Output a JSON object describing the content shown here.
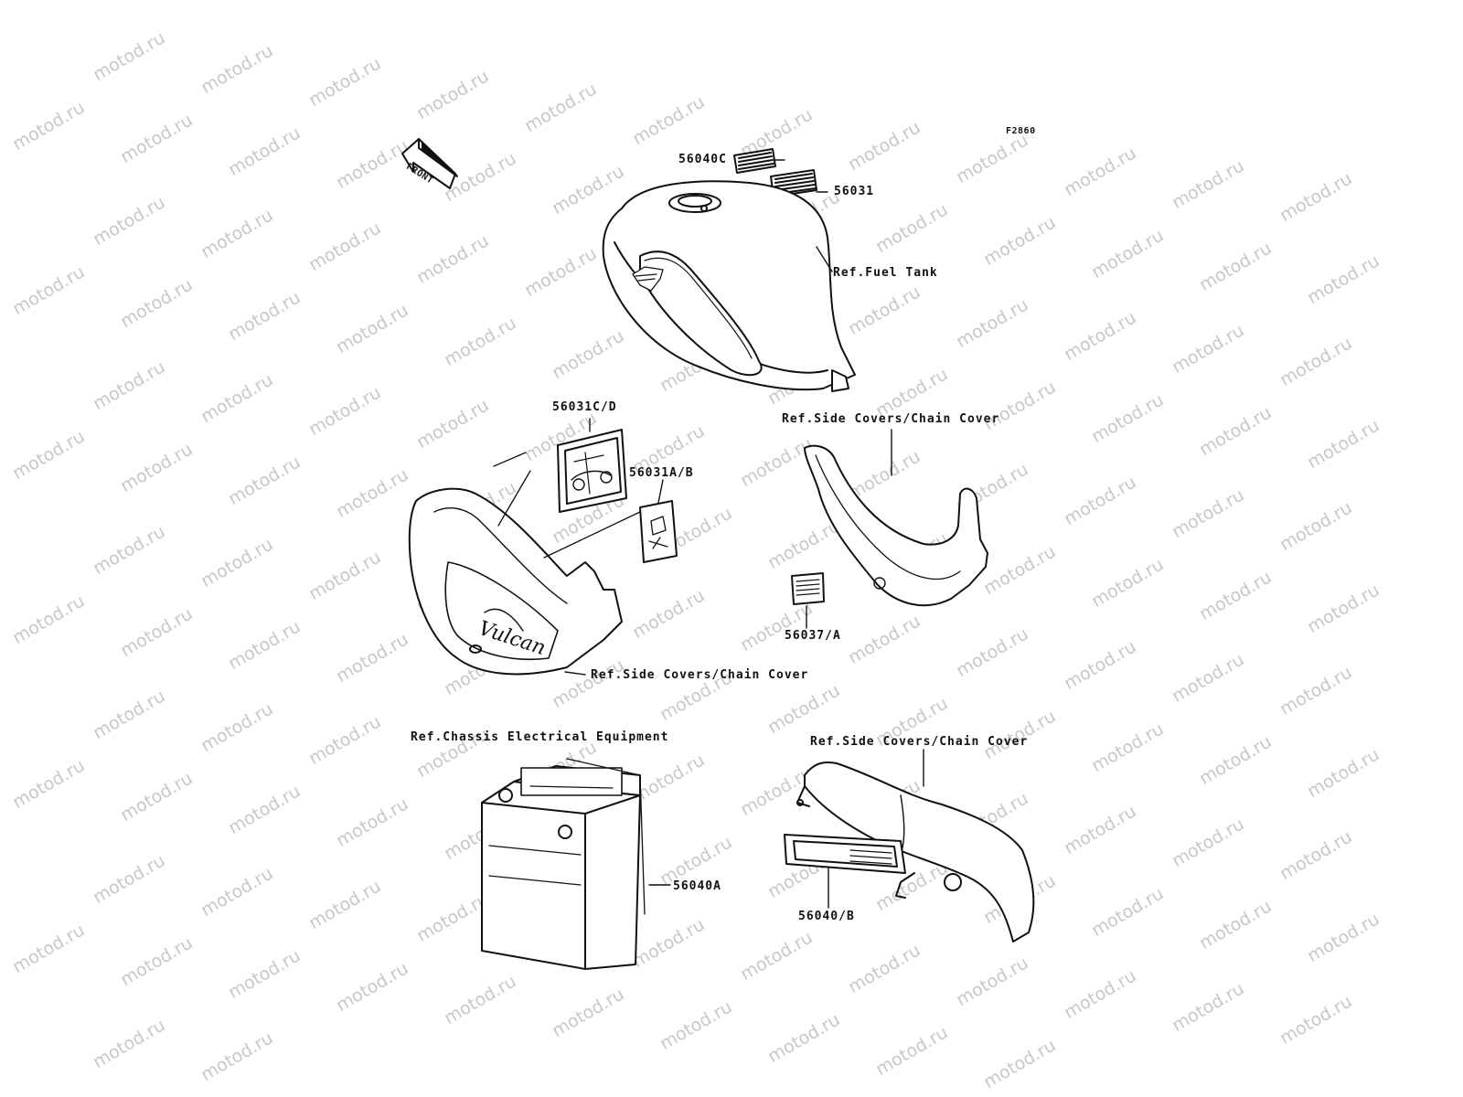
{
  "figure_code": "F2860",
  "front_label": "FRONT",
  "watermark_text": "motod.ru",
  "colors": {
    "line": "#111111",
    "watermark": "#c8c8c8",
    "background": "#ffffff"
  },
  "callouts": {
    "p56040c": "56040C",
    "p56031": "56031",
    "ref_fuel_tank": "Ref.Fuel Tank",
    "p56031cd": "56031C/D",
    "p56031ab": "56031A/B",
    "ref_side_covers_1": "Ref.Side Covers/Chain Cover",
    "ref_side_covers_2": "Ref.Side Covers/Chain Cover",
    "p56037a": "56037/A",
    "ref_chassis_electrical": "Ref.Chassis Electrical Equipment",
    "ref_side_covers_3": "Ref.Side Covers/Chain Cover",
    "p56040a": "56040A",
    "p56040b": "56040/B"
  },
  "tank_logo_text": "Vulcan"
}
